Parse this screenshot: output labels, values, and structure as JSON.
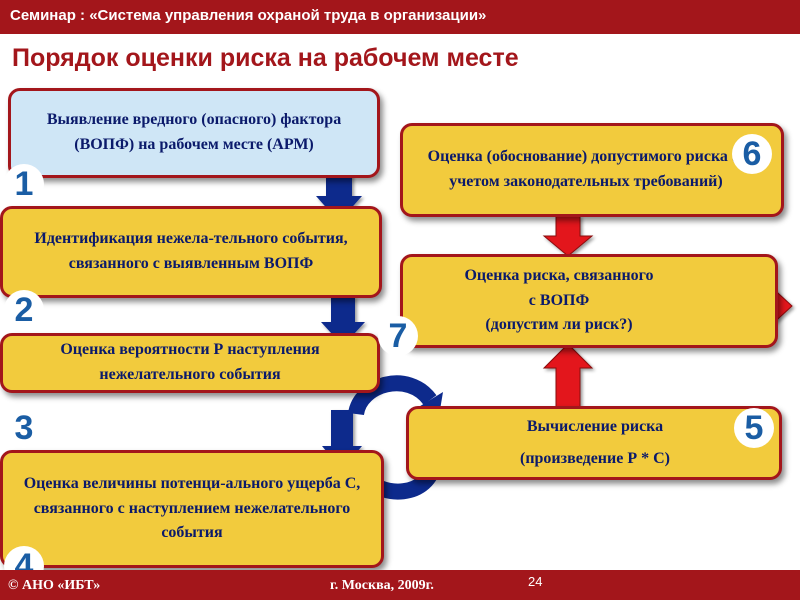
{
  "header": {
    "text": "Семинар : «Система управления охраной труда в организации»"
  },
  "title": "Порядок оценки риска на рабочем месте",
  "steps": [
    {
      "number": "1",
      "text": "Выявление вредного (опасного) фактора  (ВОПФ) на рабочем месте (АРМ)"
    },
    {
      "number": "2",
      "text": "Идентификация нежела-тельного события, связанного с выявленным ВОПФ"
    },
    {
      "number": "3",
      "text": "Оценка вероятности Р наступления нежелательного события"
    },
    {
      "number": "4",
      "text": "Оценка величины потенци-ального ущерба С, связанного    с наступлением нежелательного события"
    },
    {
      "number": "5",
      "line1": "Вычисление риска",
      "line2": "(произведение Р * С)"
    },
    {
      "number": "6",
      "text": "Оценка (обоснование) допустимого риска (с учетом законодательных требований)"
    },
    {
      "number": "7",
      "line1": "Оценка риска, связанного",
      "line2": "с ВОПФ",
      "line3": "(допустим ли риск?)"
    }
  ],
  "footer": {
    "left": "© АНО «ИБТ»",
    "middle": "г. Москва,  2009г.",
    "page": "24"
  },
  "colors": {
    "brand": "#a3161b",
    "box": "#f2cb3d",
    "box_highlight": "#cfe6f6",
    "text": "#0b1a6b",
    "number": "#1a5da4",
    "arrow_down": "#0d2a8c",
    "arrow_up": "#e3121b"
  }
}
